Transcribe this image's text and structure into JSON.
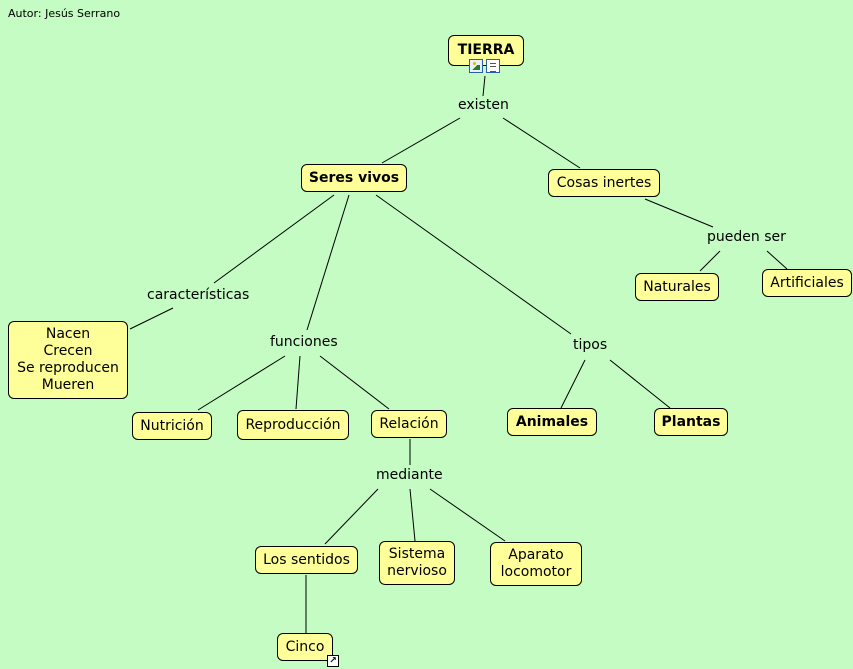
{
  "author": "Autor: Jesús Serrano",
  "concepts": {
    "tierra": "TIERRA",
    "seres_vivos": "Seres vivos",
    "cosas_inertes": "Cosas inertes",
    "naturales": "Naturales",
    "artificiales": "Artificiales",
    "caracteristicas_box": "Nacen\nCrecen\nSe reproducen\nMueren",
    "nutricion": "Nutrición",
    "reproduccion": "Reproducción",
    "relacion": "Relación",
    "animales": "Animales",
    "plantas": "Plantas",
    "los_sentidos": "Los sentidos",
    "sistema_nervioso": "Sistema\nnervioso",
    "aparato_locomotor": "Aparato\nlocomotor",
    "cinco": "Cinco"
  },
  "links": {
    "existen": "existen",
    "pueden_ser": "pueden ser",
    "caracteristicas": "características",
    "funciones": "funciones",
    "tipos": "tipos",
    "mediante": "mediante"
  },
  "icons": {
    "tierra_resources": [
      "image-icon",
      "document-icon"
    ],
    "cinco_link": "link-arrow-icon"
  }
}
